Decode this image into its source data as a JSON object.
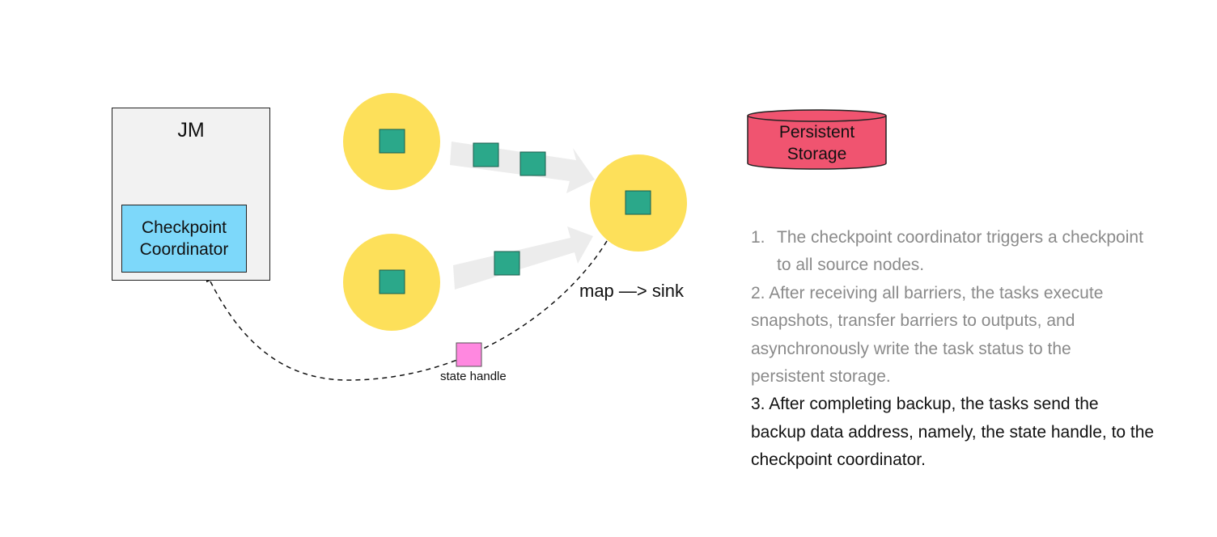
{
  "jm": {
    "title": "JM",
    "coordinator_label": "Checkpoint\nCoordinator"
  },
  "storage": {
    "label": "Persistent\nStorage"
  },
  "labels": {
    "map_sink": "map —> sink",
    "state_handle": "state handle"
  },
  "steps": [
    {
      "num": "1.",
      "line1": "The checkpoint coordinator triggers a checkpoint",
      "line2": "to all source nodes."
    },
    {
      "text": "2. After receiving all barriers, the tasks execute snapshots, transfer barriers to outputs, and asynchronously write the task status to the persistent storage."
    },
    {
      "text": "3. After completing backup, the tasks send the backup data address, namely, the state handle, to the checkpoint coordinator."
    }
  ],
  "colors": {
    "node_fill": "#fde05a",
    "barrier_fill": "#2ba88a",
    "state_handle_fill": "#ff88e0",
    "coordinator_fill": "#7dd8fa",
    "storage_fill": "#f05470",
    "jm_fill": "#f2f2f2",
    "muted_text": "#8a8a8a",
    "active_text": "#111111"
  }
}
